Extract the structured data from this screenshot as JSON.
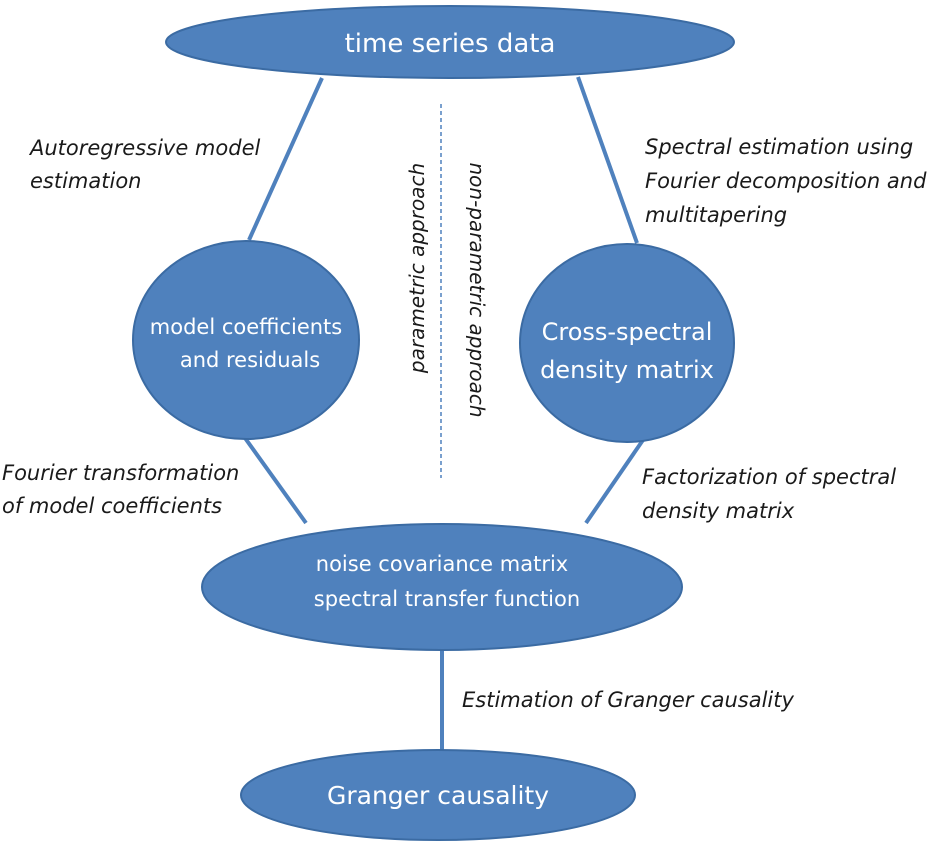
{
  "colors": {
    "node_fill": "#4f81bd",
    "node_stroke": "#3b6ba3",
    "edge": "#4f81bd",
    "node_text": "#ffffff",
    "label_text": "#1a1a1a"
  },
  "nodes": {
    "time_series": "time series data",
    "model_coefficients": [
      "model coefficients",
      "and residuals"
    ],
    "cross_spectral": [
      "Cross-spectral",
      "density matrix"
    ],
    "noise_covariance": [
      "noise covariance matrix",
      "spectral transfer function"
    ],
    "granger": "Granger causality"
  },
  "edge_labels": {
    "autoregressive": [
      "Autoregressive model",
      "estimation"
    ],
    "spectral_estimation": [
      "Spectral estimation using",
      "Fourier decomposition and",
      "multitapering"
    ],
    "fourier_transformation": [
      "Fourier transformation",
      "of model coefficients"
    ],
    "factorization": [
      "Factorization of spectral",
      "density matrix"
    ],
    "granger_estimation": "Estimation of Granger causality"
  },
  "approaches": {
    "parametric": "parametric approach",
    "non_parametric": "non-parametric approach"
  }
}
